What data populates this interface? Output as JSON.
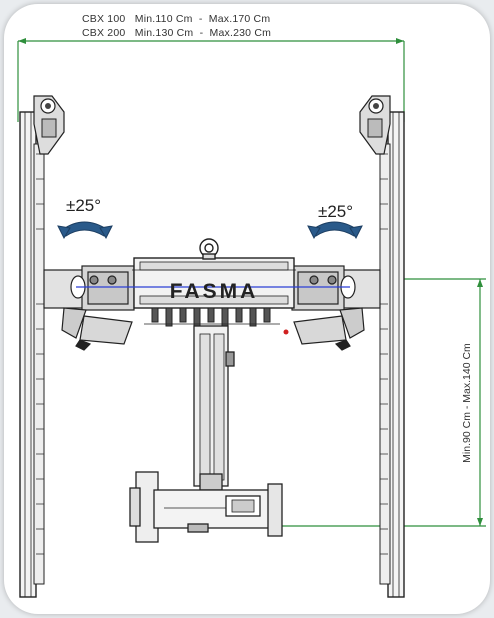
{
  "header": {
    "cbx100": "CBX 100   Min.110 Cm  -  Max.170 Cm",
    "cbx200": "CBX 200   Min.130 Cm  -  Max.230 Cm"
  },
  "rotation": {
    "left_label": "±25°",
    "right_label": "±25°"
  },
  "brand": {
    "logo_text": "FASMA"
  },
  "height_dimension": {
    "label": "Min.90 Cm - Max.140 Cm"
  },
  "colors": {
    "dimension_green": "#2f8f3c",
    "axis_blue": "#2b3fd6",
    "arrow_blue": "#2a5a8a",
    "line_dark": "#222222",
    "marker_red": "#d02020"
  }
}
